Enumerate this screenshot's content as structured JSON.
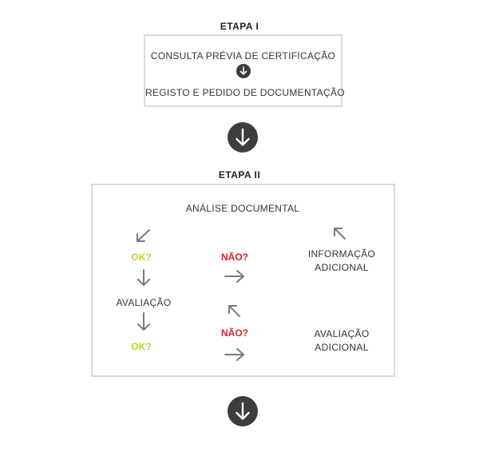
{
  "stage1": {
    "title": "ETAPA I",
    "step1": "CONSULTA PRÉVIA DE CERTIFICAÇÃO",
    "step2": "REGISTO E PEDIDO DE DOCUMENTAÇÃO"
  },
  "stage2": {
    "title": "ETAPA II",
    "analysis": "ANÁLISE DOCUMENTAL",
    "ok_1": "OK?",
    "ok_2": "OK?",
    "no_1": "NÃO?",
    "no_2": "NÃO?",
    "evaluation": "AVALIAÇÃO",
    "extra_info_line1": "INFORMAÇÃO",
    "extra_info_line2": "ADICIONAL",
    "extra_eval_line1": "AVALIAÇÃO",
    "extra_eval_line2": "ADICIONAL"
  },
  "icons": [
    "arrow-down-circle-icon",
    "arrow-down-left-icon",
    "arrow-down-icon",
    "arrow-right-icon",
    "arrow-up-left-icon"
  ],
  "colors": {
    "ok": "#c5cf2b",
    "nao": "#e0202b",
    "circle": "#3d3d3d",
    "arrow": "#7a7a7a",
    "border": "#d9d9d9"
  }
}
